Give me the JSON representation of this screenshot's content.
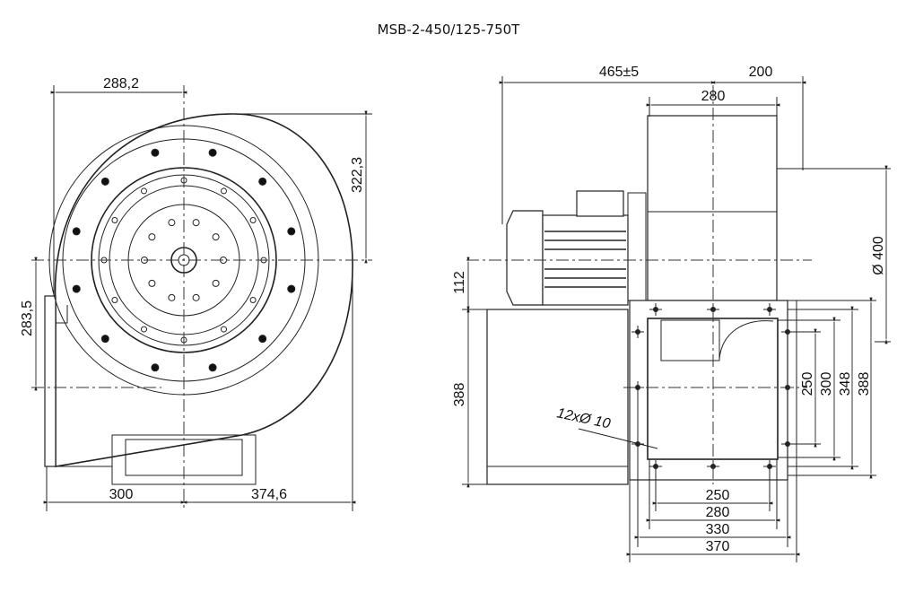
{
  "title": "MSB-2-450/125-750T",
  "front_view": {
    "dims": {
      "width_top": "288,2",
      "height_top": "322,3",
      "height_left": "283,5",
      "bottom_left": "300",
      "bottom_right": "374,6"
    }
  },
  "side_view": {
    "dims": {
      "overall": "465±5",
      "right": "200",
      "housing": "280",
      "diameter": "Ø 400",
      "shaft": "112",
      "base": "388",
      "holes": "12xØ 10",
      "v250": "250",
      "v300": "300",
      "v348": "348",
      "v388": "388",
      "h250": "250",
      "h280": "280",
      "h330": "330",
      "h370": "370"
    }
  }
}
